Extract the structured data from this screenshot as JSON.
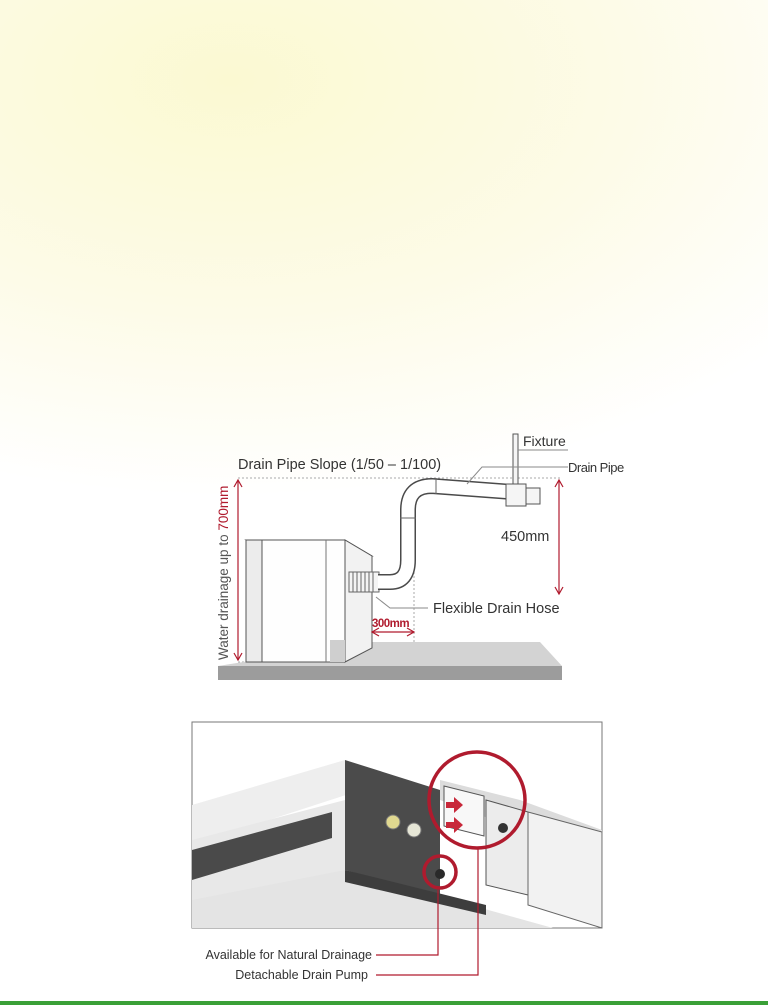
{
  "diagram1": {
    "slope_label": "Drain Pipe Slope (1/50 – 1/100)",
    "fixture_label": "Fixture",
    "drain_pipe_label": "Drain Pipe",
    "height_label": "450mm",
    "hose_label": "Flexible Drain Hose",
    "distance_label": "300mm",
    "vertical_label_prefix": "Water drainage up to ",
    "vertical_label_value": "700mm"
  },
  "diagram2": {
    "natural_drainage_label": "Available for Natural Drainage",
    "drain_pump_label": "Detachable Drain Pump"
  },
  "colors": {
    "accent_red": "#b01b2e",
    "dim_gray": "#8a8a8a",
    "bottom_rule": "#3aa037"
  }
}
